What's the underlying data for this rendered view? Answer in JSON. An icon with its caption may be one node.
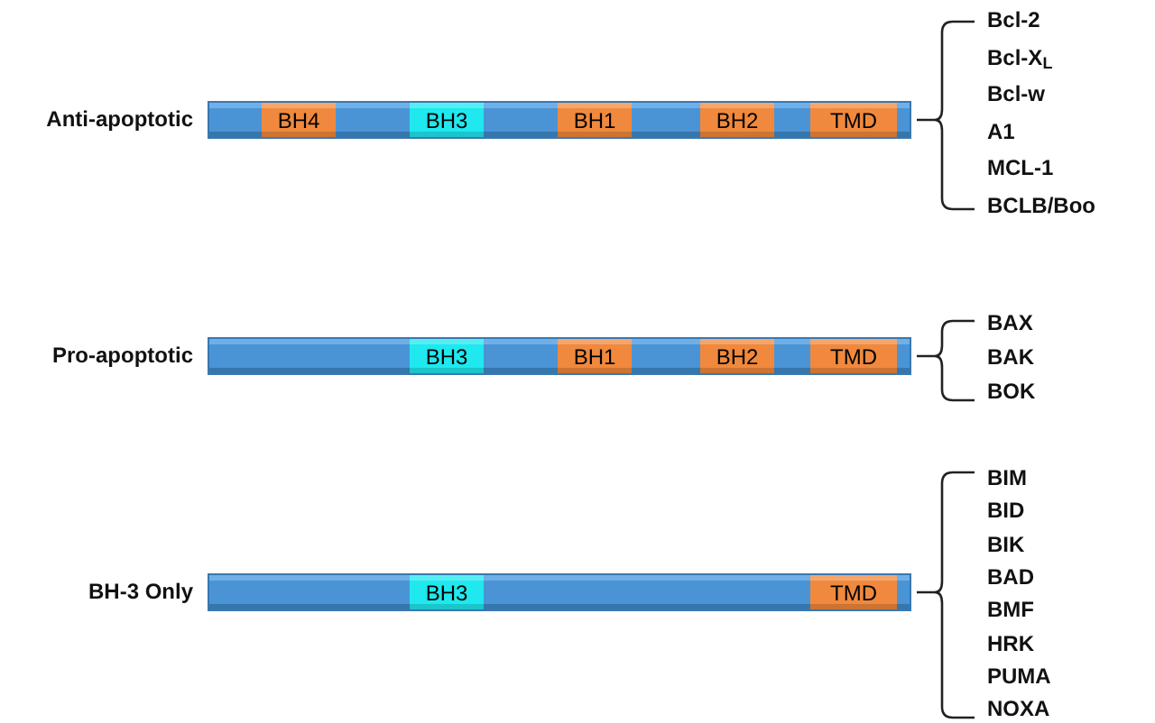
{
  "diagram": {
    "nodes": [
      {
        "text": [],
        "shape": "bar",
        "beside": [
          "Anti-apoptotic"
        ]
      },
      {
        "text": [
          "BH4"
        ],
        "in": 0
      },
      {
        "text": [
          "BH3"
        ],
        "in": 0
      },
      {
        "text": [
          "BH1"
        ],
        "in": 0
      },
      {
        "text": [
          "BH2"
        ],
        "in": 0
      },
      {
        "text": [
          "TMD"
        ],
        "in": 0
      },
      {
        "text": [],
        "shape": "bar",
        "beside": [
          "Pro-apoptotic"
        ]
      },
      {
        "text": [
          "BH3"
        ],
        "in": 6
      },
      {
        "text": [
          "BH1"
        ],
        "in": 6
      },
      {
        "text": [
          "BH2"
        ],
        "in": 6
      },
      {
        "text": [
          "TMD"
        ],
        "in": 6
      },
      {
        "text": [],
        "shape": "bar",
        "beside": [
          "BH-3 Only"
        ]
      },
      {
        "text": [
          "BH3"
        ],
        "in": 11
      },
      {
        "text": [
          "TMD"
        ],
        "in": 11
      }
    ],
    "edges": [],
    "labels": [
      "Bcl-2",
      "Bcl-X$_{L}$",
      "Bcl-w",
      "A1",
      "MCL-1",
      "BCLB/Boo",
      "BAX",
      "BAK",
      "BOK",
      "BIM",
      "BID",
      "BIK",
      "BAD",
      "BMF",
      "HRK",
      "PUMA",
      "NOXA"
    ]
  }
}
